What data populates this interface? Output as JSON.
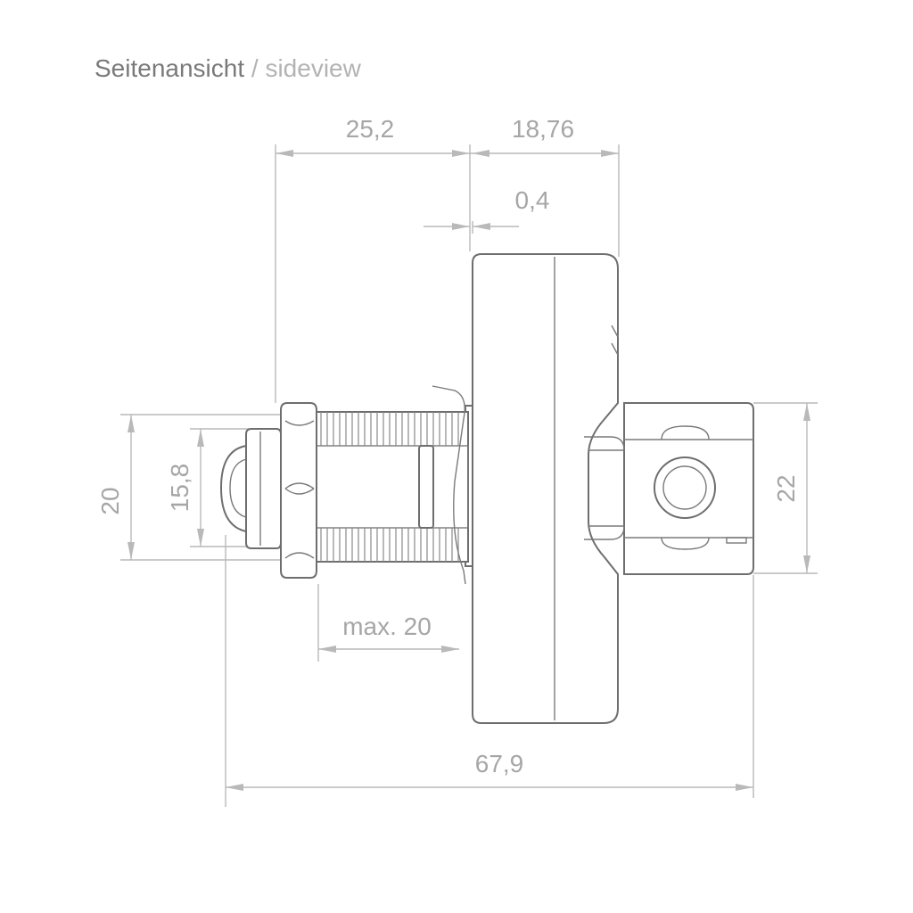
{
  "title": {
    "main": "Seitenansicht",
    "separator": " / ",
    "sub": "sideview"
  },
  "dimensions": {
    "top_left_width": "25,2",
    "top_right_width": "18,76",
    "gap": "0,4",
    "outer_height": "20",
    "inner_height": "15,8",
    "thread_length": "max. 20",
    "right_height": "22",
    "total_length": "67,9"
  },
  "colors": {
    "dimension": "#b9b9b9",
    "outline": "#6e6e6e",
    "title": "#7a7a7a",
    "title_sub": "#b3b3b3"
  }
}
